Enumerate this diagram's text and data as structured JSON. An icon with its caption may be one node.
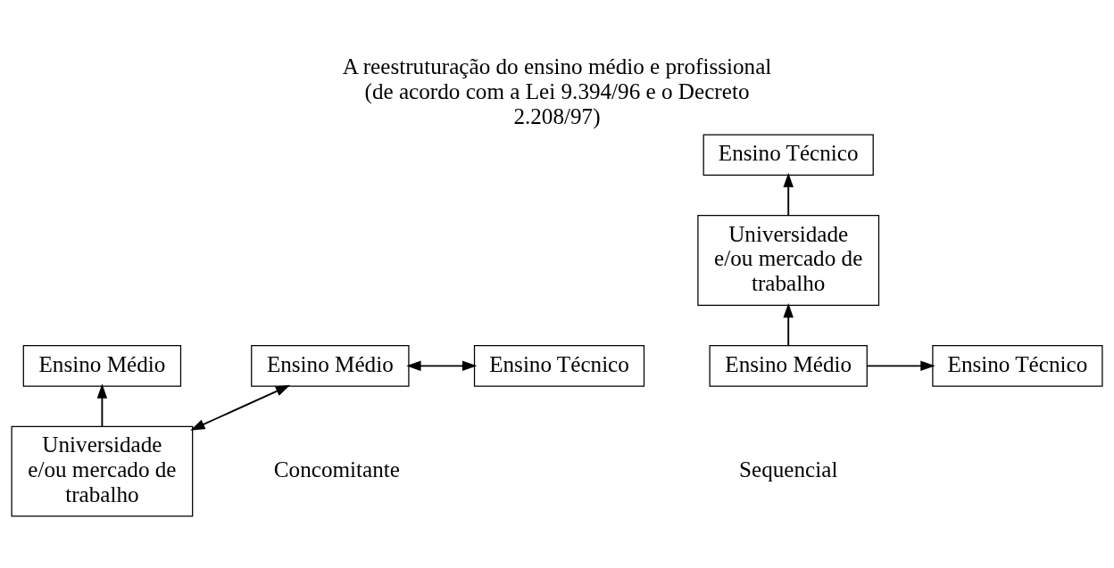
{
  "diagram": {
    "title": "A reestruturação do ensino médio e profissional (de acordo com a Lei 9.394/96 e o Decreto 2.208/97)",
    "nodes": [
      {
        "text": [
          "Ensino Médio"
        ]
      },
      {
        "text": [
          "Universidade e/ou mercado de trabalho"
        ]
      },
      {
        "text": [
          "Ensino Médio"
        ]
      },
      {
        "text": [
          "Ensino Técnico"
        ]
      },
      {
        "text": [
          "Ensino Técnico"
        ]
      },
      {
        "text": [
          "Universidade e/ou mercado de trabalho"
        ]
      },
      {
        "text": [
          "Ensino Médio"
        ]
      },
      {
        "text": [
          "Ensino Técnico"
        ]
      }
    ],
    "edges": [
      {
        "from": 1,
        "to": 0,
        "arrow": "to"
      },
      {
        "from": 1,
        "to": 2,
        "arrow": "both"
      },
      {
        "from": 2,
        "to": 3,
        "arrow": "both"
      },
      {
        "from": 5,
        "to": 4,
        "arrow": "to"
      },
      {
        "from": 6,
        "to": 5,
        "arrow": "to"
      },
      {
        "from": 6,
        "to": 7,
        "arrow": "to"
      }
    ],
    "labels": [
      "Concomitante",
      "Sequencial"
    ]
  }
}
